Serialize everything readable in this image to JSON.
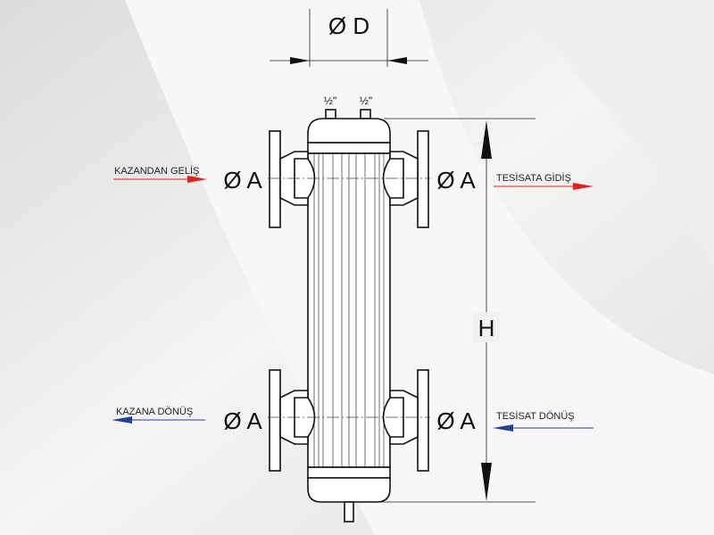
{
  "diagram": {
    "diameter_d_label": "Ø D",
    "height_label": "H",
    "nozzle_size_labels": [
      "½\"",
      "½\""
    ],
    "port_labels": [
      "Ø A",
      "Ø A",
      "Ø A",
      "Ø A"
    ],
    "flows": {
      "boiler_supply": "KAZANDAN GELİŞ",
      "system_supply": "TESİSATA GİDİŞ",
      "boiler_return": "KAZANA DÖNÜŞ",
      "system_return": "TESİSAT DÖNÜŞ"
    },
    "colors": {
      "supply": "#e02020",
      "return": "#2a3f9a"
    }
  }
}
